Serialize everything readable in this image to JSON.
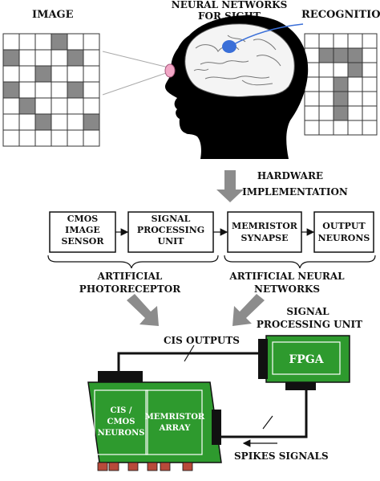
{
  "top": {
    "image_label": "IMAGE",
    "neural_label_line1": "NEURAL NETWORKS",
    "neural_label_line2": "FOR SIGHT",
    "recognition_label": "RECOGNITION",
    "image_grid": [
      [
        0,
        0,
        0,
        1,
        0,
        0
      ],
      [
        1,
        0,
        0,
        0,
        1,
        0
      ],
      [
        0,
        0,
        1,
        0,
        0,
        0
      ],
      [
        1,
        0,
        0,
        0,
        1,
        0
      ],
      [
        0,
        1,
        0,
        0,
        0,
        0
      ],
      [
        0,
        0,
        1,
        0,
        0,
        1
      ],
      [
        0,
        0,
        0,
        0,
        0,
        0
      ]
    ],
    "recognition_grid": [
      [
        0,
        0,
        0,
        0,
        0
      ],
      [
        0,
        1,
        1,
        1,
        0
      ],
      [
        0,
        0,
        0,
        1,
        0
      ],
      [
        0,
        0,
        1,
        0,
        0
      ],
      [
        0,
        0,
        1,
        0,
        0
      ],
      [
        0,
        0,
        1,
        0,
        0
      ],
      [
        0,
        0,
        0,
        0,
        0
      ]
    ],
    "cell_color_filled": "#888888",
    "cell_color_empty": "#ffffff"
  },
  "hardware": {
    "line1": "HARDWARE",
    "line2": "IMPLEMENTATION"
  },
  "blocks": [
    {
      "id": "cmos",
      "lines": [
        "CMOS",
        "IMAGE",
        "SENSOR"
      ]
    },
    {
      "id": "spu",
      "lines": [
        "SIGNAL",
        "PROCESSING",
        "UNIT"
      ]
    },
    {
      "id": "memristor",
      "lines": [
        "MEMRISTOR",
        "SYNAPSE"
      ]
    },
    {
      "id": "output",
      "lines": [
        "OUTPUT",
        "NEURONS"
      ]
    }
  ],
  "groups": {
    "left_line1": "ARTIFICIAL",
    "left_line2": "PHOTORECEPTOR",
    "right_line1": "ARTIFICIAL NEURAL",
    "right_line2": "NETWORKS"
  },
  "board": {
    "spu_label_line1": "SIGNAL",
    "spu_label_line2": "PROCESSING UNIT",
    "cis_outputs": "CIS OUTPUTS",
    "fpga": "FPGA",
    "cis_line1": "CIS /",
    "cis_line2": "CMOS",
    "cis_line3": "NEURONS",
    "mem_line1": "MEMRISTOR",
    "mem_line2": "ARRAY",
    "spikes": "SPIKES SIGNALS",
    "board_color": "#2e9a2e",
    "arrow_color": "#8c8c8c"
  }
}
